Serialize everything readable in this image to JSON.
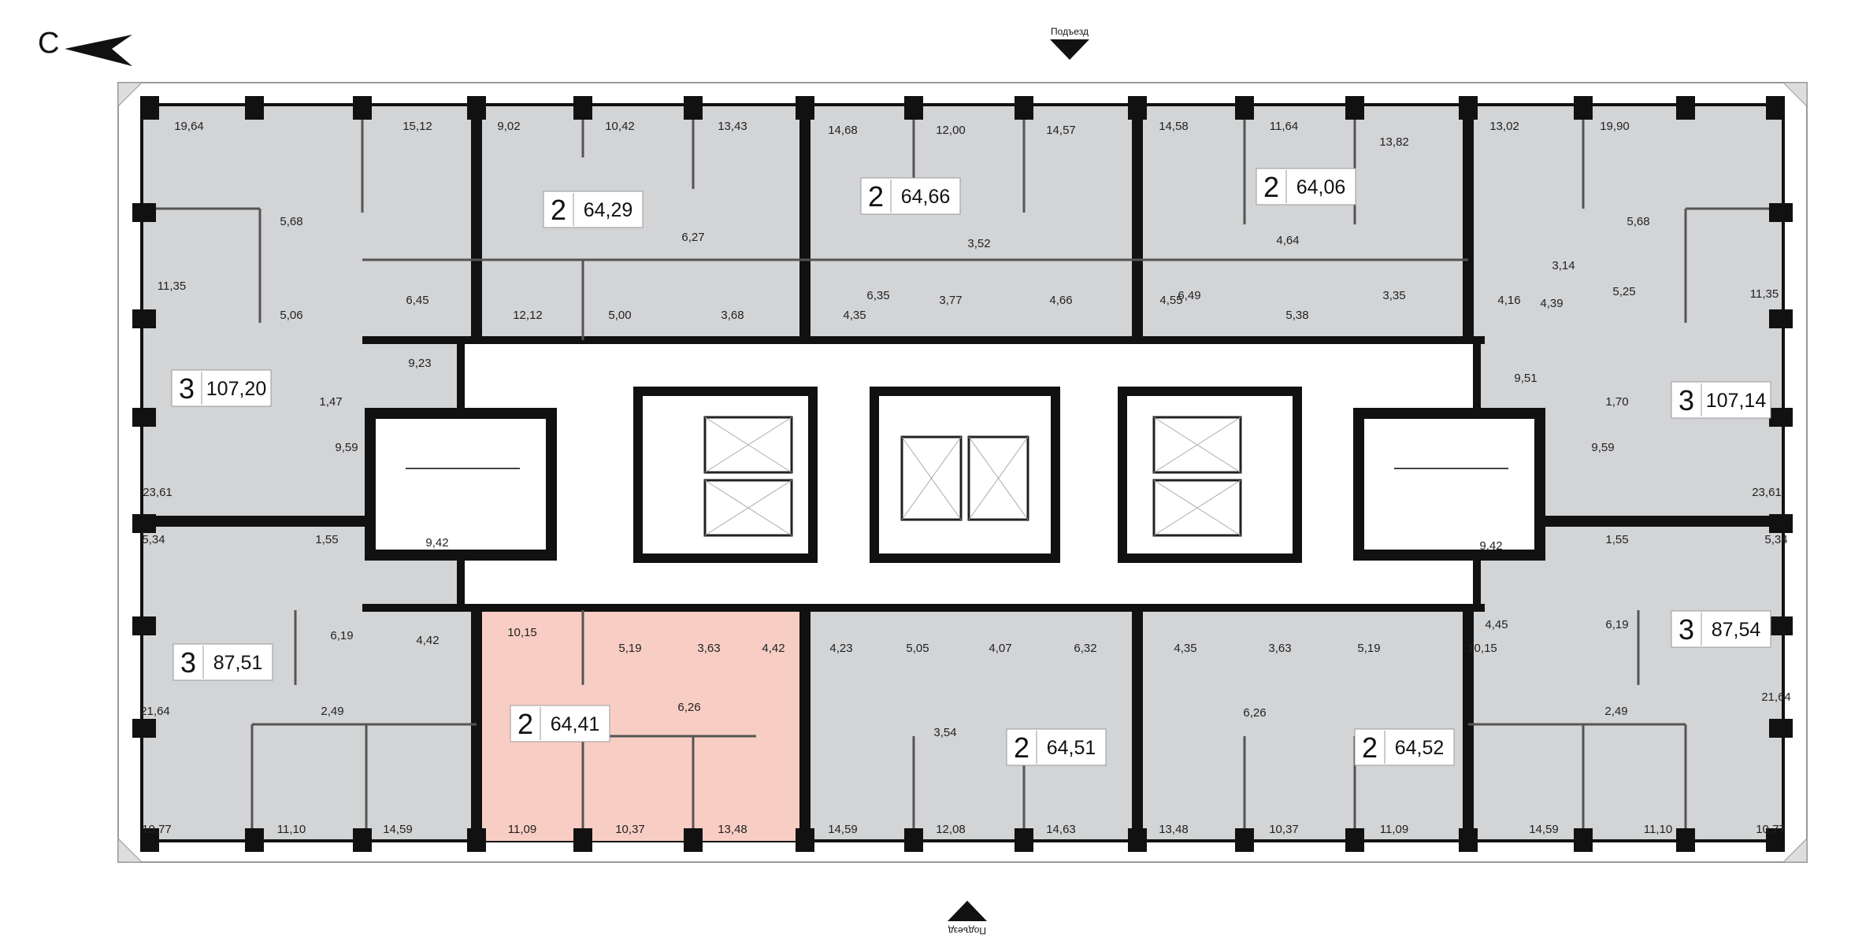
{
  "north_label": "С",
  "entrance_label": "Подъезд",
  "colors": {
    "apartment_fill": "#d3d4d6",
    "selected_fill": "#f8cec4",
    "wall": "#111111",
    "corridor": "#ffffff"
  },
  "apartments": [
    {
      "id": "apt-n1",
      "rooms": "3",
      "area": "107,20",
      "selected": false
    },
    {
      "id": "apt-n2",
      "rooms": "2",
      "area": "64,29",
      "selected": false
    },
    {
      "id": "apt-n3",
      "rooms": "2",
      "area": "64,66",
      "selected": false
    },
    {
      "id": "apt-n4",
      "rooms": "2",
      "area": "64,06",
      "selected": false
    },
    {
      "id": "apt-n5",
      "rooms": "3",
      "area": "107,14",
      "selected": false
    },
    {
      "id": "apt-s1",
      "rooms": "3",
      "area": "87,51",
      "selected": false
    },
    {
      "id": "apt-s2",
      "rooms": "2",
      "area": "64,41",
      "selected": true
    },
    {
      "id": "apt-s3",
      "rooms": "2",
      "area": "64,51",
      "selected": false
    },
    {
      "id": "apt-s4",
      "rooms": "2",
      "area": "64,52",
      "selected": false
    },
    {
      "id": "apt-s5",
      "rooms": "3",
      "area": "87,54",
      "selected": false
    }
  ],
  "room_areas": [
    "19,64",
    "15,12",
    "9,02",
    "10,42",
    "13,43",
    "14,68",
    "12,00",
    "14,57",
    "14,58",
    "11,64",
    "13,82",
    "13,02",
    "19,90",
    "5,68",
    "6,27",
    "3,52",
    "4,64",
    "5,68",
    "11,35",
    "5,06",
    "6,45",
    "12,12",
    "5,00",
    "3,68",
    "4,35",
    "6,35",
    "3,77",
    "4,66",
    "4,55",
    "6,49",
    "5,38",
    "3,35",
    "4,16",
    "3,14",
    "4,39",
    "5,25",
    "11,35",
    "9,23",
    "9,51",
    "1,47",
    "1,70",
    "9,59",
    "9,59",
    "23,61",
    "23,61",
    "5,34",
    "1,55",
    "9,42",
    "9,42",
    "1,55",
    "5,34",
    "10,15",
    "5,19",
    "3,63",
    "4,42",
    "4,23",
    "5,05",
    "4,07",
    "6,32",
    "4,35",
    "3,63",
    "5,19",
    "10,15",
    "4,45",
    "6,19",
    "6,19",
    "4,42",
    "3,54",
    "6,26",
    "6,26",
    "21,64",
    "2,49",
    "2,49",
    "21,64",
    "10,77",
    "11,10",
    "14,59",
    "11,09",
    "10,37",
    "13,48",
    "14,59",
    "12,08",
    "14,63",
    "13,48",
    "10,37",
    "11,09",
    "14,59",
    "11,10",
    "10,77"
  ]
}
